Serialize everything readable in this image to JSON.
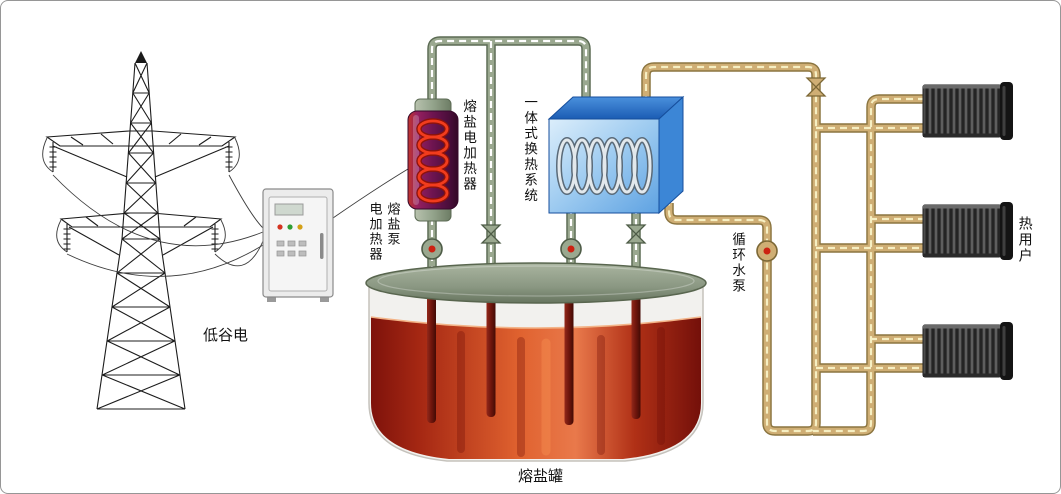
{
  "diagram": {
    "type": "molten-salt-thermal-storage-schematic",
    "labels": {
      "off_peak_power": "低谷电",
      "molten_salt_pump": "熔盐泵",
      "electric_heater": "电加热器",
      "molten_salt_electric_heater": "熔盐电加热器",
      "integrated_heat_exchanger": "一体式换热系统",
      "circulating_water_pump": "循环水泵",
      "heat_users": "热用户",
      "molten_salt_tank": "熔盐罐"
    },
    "components": [
      "transmission-tower",
      "control-cabinet",
      "molten-salt-electric-heater",
      "integrated-heat-exchanger",
      "molten-salt-tank",
      "salt-pump",
      "salt-valve",
      "circulating-water-pump",
      "water-valve",
      "radiator",
      "radiator",
      "radiator"
    ],
    "colors": {
      "salt_pipe": "#9aa88f",
      "water_pipe": "#cfae74",
      "heater_vessel": "#6d1450",
      "heater_coil": "#f23c1d",
      "exchanger_blue": "#1b5cb3",
      "molten_salt": "#e0622f",
      "tank_lid": "#8a9782",
      "radiator": "#4c4c4c"
    }
  }
}
